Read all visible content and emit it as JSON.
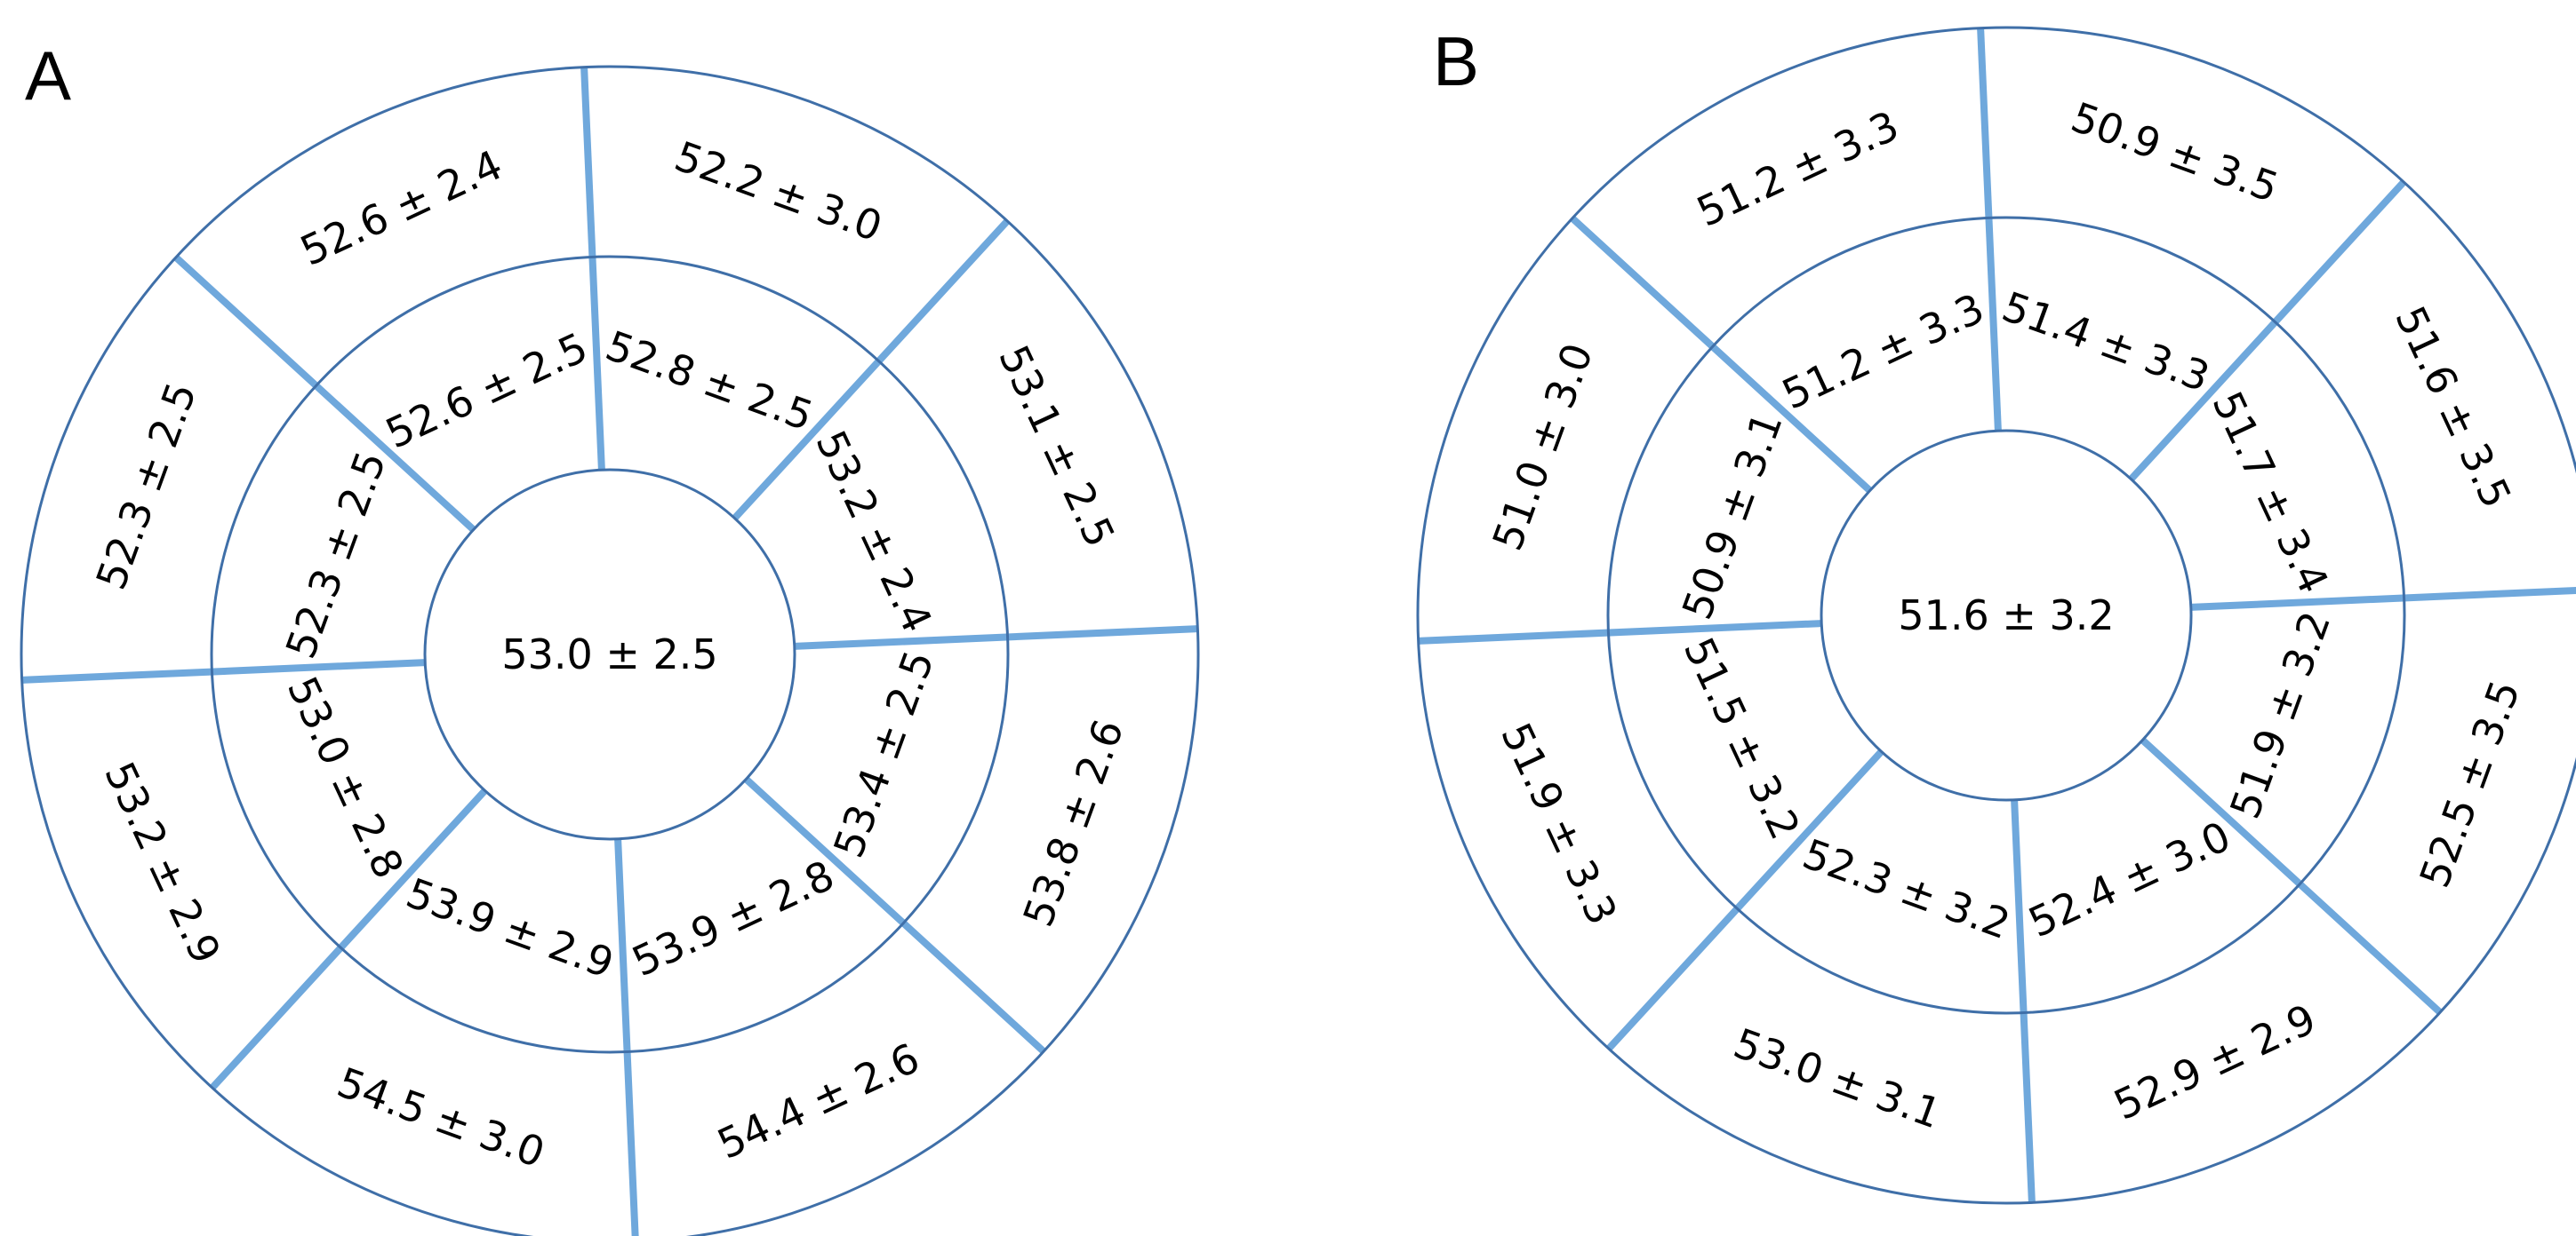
{
  "colors": {
    "ring": "#3f6fa8",
    "spoke": "#6fa8dc",
    "text": "#000000"
  },
  "panels": [
    {
      "label": "A",
      "center": "53.0 ± 2.5",
      "inner": [
        "52.8 ± 2.5",
        "53.2 ± 2.4",
        "53.4 ± 2.5",
        "53.9 ± 2.8",
        "53.9 ± 2.9",
        "53.0 ± 2.8",
        "52.3 ± 2.5",
        "52.6 ± 2.5"
      ],
      "outer": [
        "52.2 ± 3.0",
        "53.1 ± 2.5",
        "53.8 ± 2.6",
        "54.4 ± 2.6",
        "54.5 ± 3.0",
        "53.2 ± 2.9",
        "52.3 ± 2.5",
        "52.6 ± 2.4"
      ]
    },
    {
      "label": "B",
      "center": "51.6 ± 3.2",
      "inner": [
        "51.4 ± 3.3",
        "51.7 ± 3.4",
        "51.9 ± 3.2",
        "52.4 ± 3.0",
        "52.3 ± 3.2",
        "51.5 ± 3.2",
        "50.9 ± 3.1",
        "51.2 ± 3.3"
      ],
      "outer": [
        "50.9 ± 3.5",
        "51.6 ± 3.5",
        "52.5 ± 3.5",
        "52.9 ± 2.9",
        "53.0 ± 3.1",
        "51.9 ± 3.3",
        "51.0 ± 3.0",
        "51.2 ± 3.3"
      ]
    }
  ]
}
